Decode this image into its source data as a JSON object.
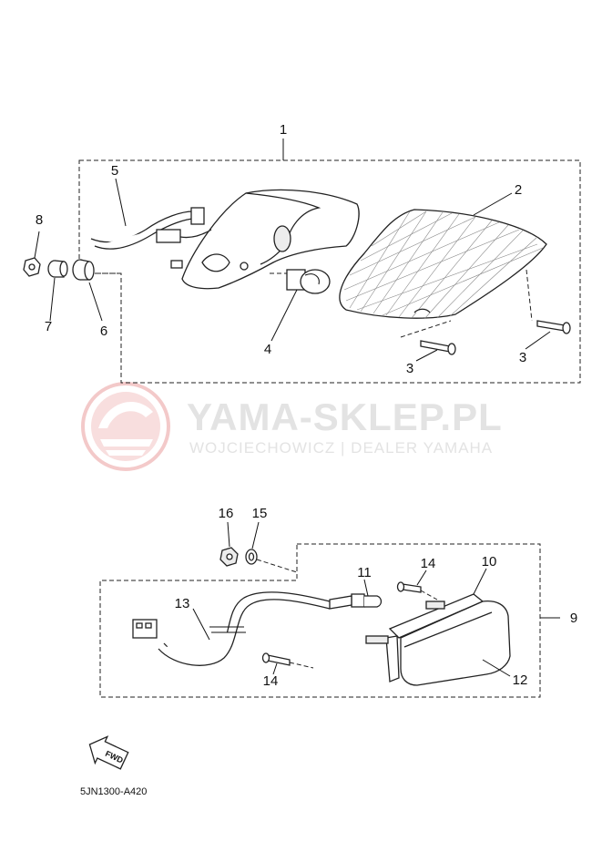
{
  "watermark": {
    "title": "YAMA-SKLEP.PL",
    "subtitle": "WOJCIECHOWICZ | DEALER YAMAHA",
    "logo_color": "#f0b8b8",
    "text_color": "#e3e3e3"
  },
  "callouts": {
    "c1": "1",
    "c2": "2",
    "c3a": "3",
    "c3b": "3",
    "c4": "4",
    "c5": "5",
    "c6": "6",
    "c7": "7",
    "c8": "8",
    "c9": "9",
    "c10": "10",
    "c11": "11",
    "c12": "12",
    "c13": "13",
    "c14a": "14",
    "c14b": "14",
    "c15": "15",
    "c16": "16"
  },
  "fwd_label": "FWD",
  "diagram_code": "5JN1300-A420"
}
